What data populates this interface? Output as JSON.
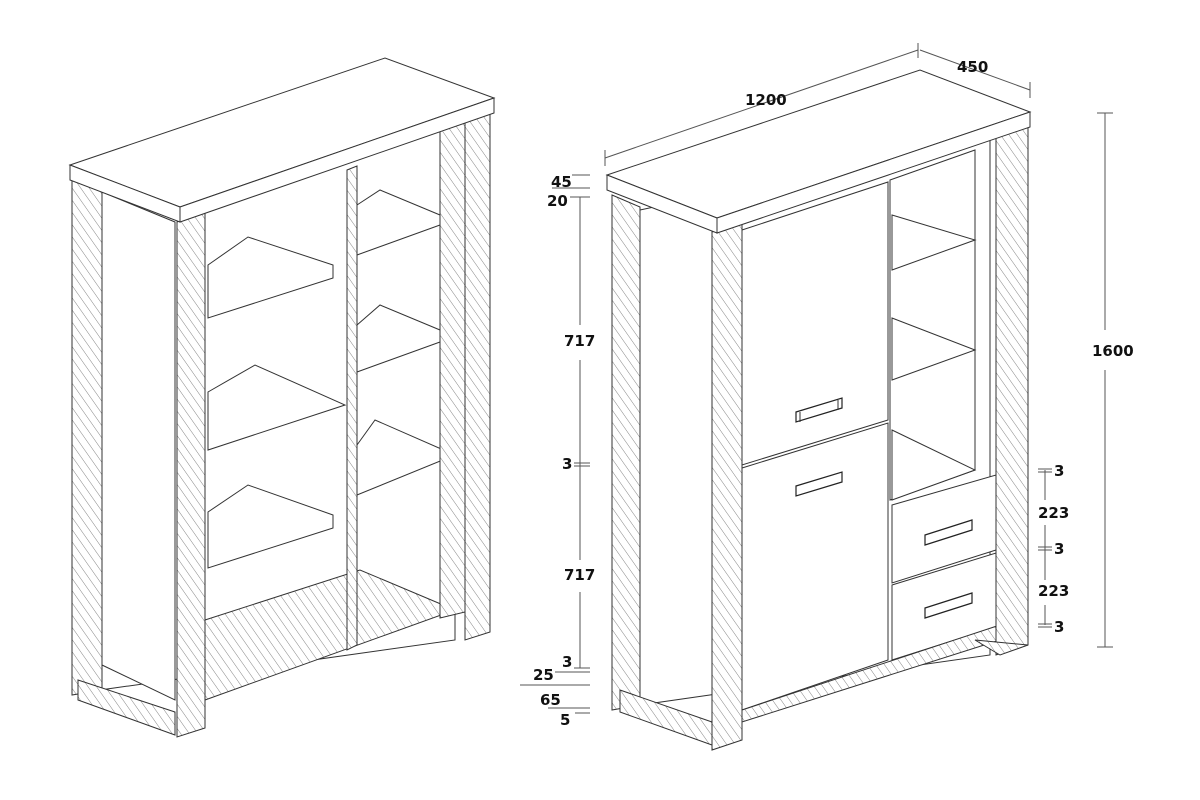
{
  "drawing": {
    "views": [
      "open-cabinet",
      "dimensioned-cabinet"
    ],
    "dimensions": {
      "width": "1200",
      "depth": "450",
      "height": "1600",
      "left_stack": [
        "45",
        "20",
        "717",
        "3",
        "717",
        "3",
        "25",
        "65",
        "5"
      ],
      "right_stack": [
        "3",
        "223",
        "3",
        "223",
        "3"
      ]
    },
    "colors": {
      "line": "#333333",
      "background": "#ffffff"
    }
  }
}
